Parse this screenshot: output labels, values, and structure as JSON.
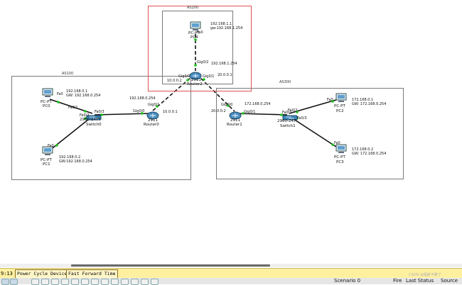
{
  "areas": {
    "as100": "AS100",
    "as200": "AS200",
    "as300": "AS300"
  },
  "devices": {
    "pc0": {
      "name": "PC0",
      "type": "PC-PT",
      "ip": "192.168.0.1",
      "gw": "GW: 192.168.0.254",
      "port": "Fa0"
    },
    "pc1": {
      "name": "PC1",
      "type": "PC-PT",
      "ip": "192.168.0.2",
      "gw": "GW:192.168.0.254",
      "port": "Fa0"
    },
    "pc2": {
      "name": "PC2",
      "type": "PC-PT",
      "ip": "172.168.0.1",
      "gw": "GW: 172.168.0.254",
      "port": "Fa0"
    },
    "pc3": {
      "name": "PC3",
      "type": "PC-PT",
      "ip": "172.168.0.2",
      "gw": "GW: 172.168.0.254",
      "port": "Fa0"
    },
    "pc4": {
      "name": "PC4",
      "type": "PC-PT",
      "ip": "192.168.1.1",
      "gw": "gw:192.168.1.254",
      "port": "Fa0"
    },
    "switch0": {
      "name": "Switch0",
      "model": "2960-24TT",
      "ports": [
        "Fa0/1",
        "Fa0/2",
        "Fa0/3"
      ]
    },
    "switch1": {
      "name": "Switch1",
      "model": "2960-24T",
      "ports": [
        "Fa0/1",
        "Fa0/2",
        "Fa0/3"
      ]
    },
    "router0": {
      "name": "Router0",
      "model": "2911",
      "ports": [
        "Gig0/0",
        "Gig0/1"
      ],
      "ip_lan": "192.168.0.254",
      "ip_wan": "10.0.0.1"
    },
    "router1": {
      "name": "Router1",
      "model": "2911",
      "ports": [
        "Gig0/0",
        "Gig0/1"
      ],
      "ip_lan": "172.168.0.254",
      "ip_wan": "20.0.0.2"
    },
    "router2": {
      "name": "Router2",
      "model": "2911",
      "ports": [
        "Gig0/0",
        "Gig0/1",
        "Gig0/2"
      ],
      "ip_lan": "192.168.1.254",
      "ip_left": "10.0.0.2",
      "ip_right": "20.0.0.1"
    }
  },
  "status_bar": {
    "time": "9:13",
    "power_cycle": "Power Cycle Devices",
    "fast_forward": "Fast Forward Time"
  },
  "bottom_bar": {
    "scenario": "Scenario 0",
    "fire": "Fire",
    "last_status": "Last Status",
    "source": "Source"
  },
  "watermark": "CSDN @程航不瞪了",
  "colors": {
    "link": "#111111",
    "port_dot": "#19c319",
    "as200_border": "#e05050",
    "status_bg": "#fff0a0"
  }
}
